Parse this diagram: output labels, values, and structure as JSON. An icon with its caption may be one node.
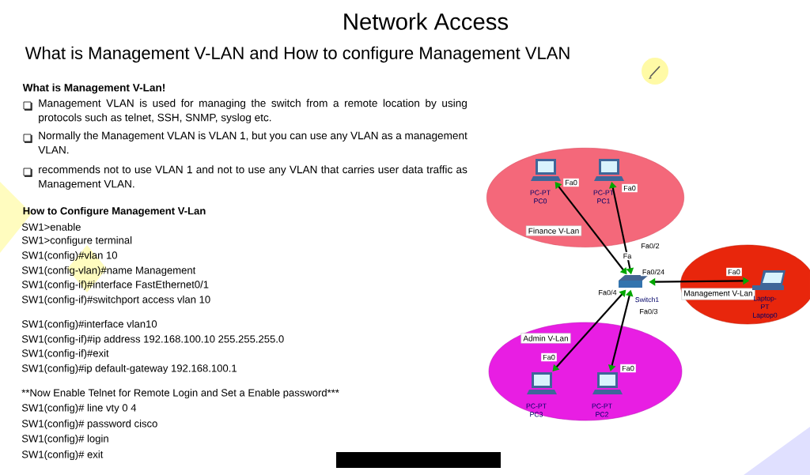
{
  "diagram": {
    "title": "Network Access",
    "nodes": [
      {
        "text": [
          "Finance V-Lan"
        ]
      },
      {
        "text": [
          "PC-PT PC0"
        ],
        "in": 0
      },
      {
        "text": [
          "PC-PT PC1"
        ],
        "in": 0
      },
      {
        "text": [
          "Management V-Lan"
        ]
      },
      {
        "text": [
          "Laptop-PT Laptop0"
        ],
        "in": 3
      },
      {
        "text": [
          "Switch1"
        ]
      },
      {
        "text": [
          "Admin V-Lan"
        ]
      },
      {
        "text": [
          "PC-PT PC3"
        ],
        "in": 6
      },
      {
        "text": [
          "PC-PT PC2"
        ],
        "in": 6
      }
    ],
    "edges": [
      {
        "from": 1,
        "to": 5,
        "arrow": "both"
      },
      {
        "from": 2,
        "to": 5,
        "arrow": "both"
      },
      {
        "from": 5,
        "to": 4,
        "arrow": "both"
      },
      {
        "from": 5,
        "to": 7,
        "arrow": "both"
      },
      {
        "from": 5,
        "to": 8,
        "arrow": "both"
      }
    ],
    "labels": [
      "What is Management V-LAN and How to configure Management VLAN",
      "What is Management V-Lan!",
      "Management VLAN is used for managing the switch from a remote location by using protocols such as telnet, SSH, SNMP, syslog etc.",
      "Normally the Management VLAN is VLAN 1, but you can use any VLAN as a management VLAN.",
      "recommends not to use VLAN 1 and not to use any VLAN that carries user data traffic as Management VLAN.",
      "How to Configure Management V-Lan",
      "SW1>enable",
      "SW1>configure terminal",
      "SW1(config)#vlan 10",
      "SW1(config-vlan)#name Management",
      "SW1(config-if)#interface FastEthernet0/1",
      "SW1(config-if)#switchport access vlan 10",
      "SW1(config)#interface vlan10",
      "SW1(config-if)#ip address 192.168.100.10 255.255.255.0",
      "SW1(config-if)#exit",
      "SW1(config)#ip default-gateway 192.168.100.1",
      "**Now Enable Telnet for Remote Login and Set a Enable password***",
      "SW1(config)# line vty 0 4",
      "SW1(config)# password cisco",
      "SW1(config)# login",
      "SW1(config)# exit",
      "Fa0",
      "Fa0",
      "Fa",
      "Fa0/2",
      "Fa0/24",
      "Fa0",
      "Fa0/4",
      "Fa0/3",
      "Fa0",
      "Fa0"
    ]
  }
}
